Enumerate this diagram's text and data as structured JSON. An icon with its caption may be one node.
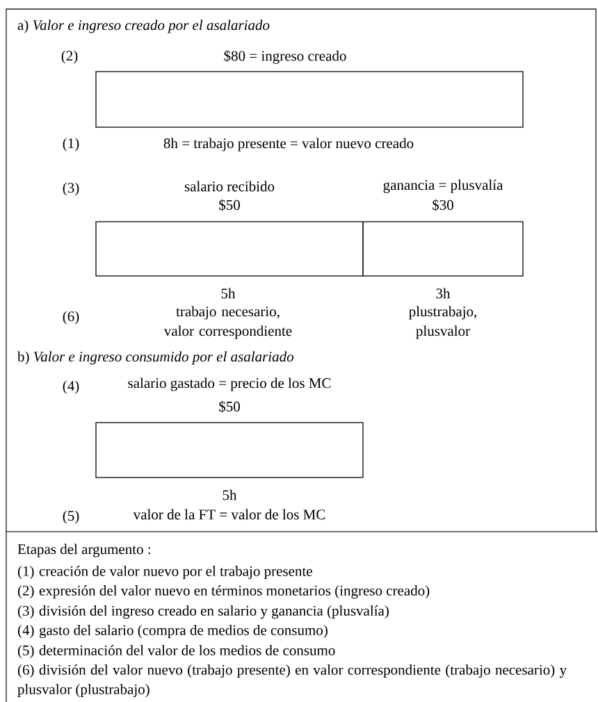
{
  "diagram": {
    "nodes": [
      {
        "text": [],
        "shape": "box",
        "beside": [
          "$80 = ingreso creado",
          "8h = trabajo presente = valor nuevo creado"
        ]
      },
      {
        "text": [],
        "shape": "box",
        "beside": [
          "salario recibido",
          "$50",
          "5h",
          "trabajo necesario, valor correspondiente"
        ]
      },
      {
        "text": [],
        "shape": "box",
        "beside": [
          "ganancia = plusvalía",
          "$30",
          "3h",
          "plustrabajo, plusvalor"
        ]
      },
      {
        "text": [],
        "shape": "box",
        "beside": [
          "salario gastado = precio de los MC",
          "$50",
          "5h",
          "valor de la FT = valor de los MC"
        ]
      }
    ],
    "labels": [
      "a) *Valor e ingreso creado por el asalariado*",
      "(2)",
      "(1)",
      "(3)",
      "(6)",
      "b) *Valor e ingreso consumido por el asalariado*",
      "(4)",
      "(5)",
      "Etapas del argumento :",
      "(1)",
      "creación de valor nuevo por el trabajo presente",
      "(2)",
      "expresión del valor nuevo en términos monetarios (ingreso creado)",
      "(3)",
      "división del ingreso creado en salario y ganancia (plusvalía)",
      "(4)",
      "gasto del salario (compra de medios de consumo)",
      "(5)",
      "determinación del valor de los medios de consumo",
      "(6)",
      "división del valor nuevo (trabajo presente) en valor correspondiente (trabajo necesario) y plusvalor (plustrabajo)"
    ]
  }
}
